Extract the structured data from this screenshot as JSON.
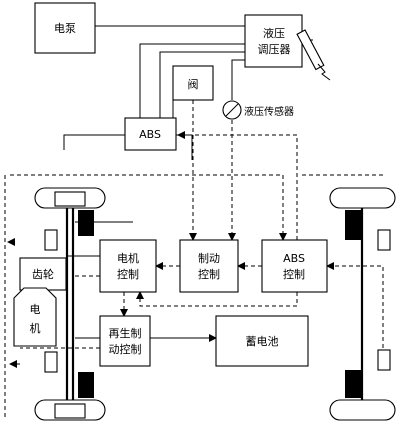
{
  "labels": {
    "pump": "电泵",
    "regulator_line1": "液压",
    "regulator_line2": "调压器",
    "valve": "阀",
    "pressure_sensor": "液压传感器",
    "abs_top": "ABS",
    "gear": "齿轮",
    "motor_line1": "电",
    "motor_line2": "机",
    "motor_ctrl_line1": "电机",
    "motor_ctrl_line2": "控制",
    "brake_ctrl_line1": "制动",
    "brake_ctrl_line2": "控制",
    "abs_ctrl_line1": "ABS",
    "abs_ctrl_line2": "控制",
    "regen_line1": "再生制",
    "regen_line2": "动控制",
    "battery": "蓄电池"
  }
}
